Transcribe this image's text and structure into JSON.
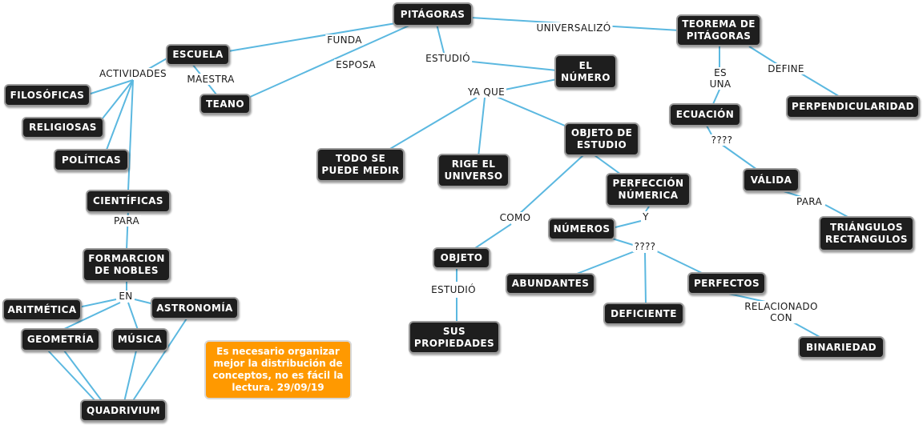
{
  "colors": {
    "link": "#5bb8e0",
    "node_bg": "#1e1e1e",
    "node_border": "#9a9a9a",
    "note_bg": "#ff9900"
  },
  "nodes": {
    "pitagoras": "PITÁGORAS",
    "teorema": "TEOREMA DE\nPITÁGORAS",
    "escuela": "ESCUELA",
    "el_numero": "EL\nNÚMERO",
    "teano": "TEANO",
    "filosoficas": "FILOSÓFICAS",
    "religiosas": "RELIGIOSAS",
    "politicas": "POLÍTICAS",
    "cientificas": "CIENTÍFICAS",
    "formarcion": "FORMARCION\nDE NOBLES",
    "aritmetica": "ARITMÉTICA",
    "astronomia": "ASTRONOMÍA",
    "geometria": "GEOMETRÍA",
    "musica": "MÚSICA",
    "quadrivium": "QUADRIVIUM",
    "todo_se_puede": "TODO SE\nPUEDE MEDIR",
    "rige": "RIGE EL\nUNIVERSO",
    "objeto_estudio": "OBJETO DE\nESTUDIO",
    "perfeccion": "PERFECCIÓN\nNÚMERICA",
    "numeros": "NÚMEROS",
    "objeto": "OBJETO",
    "sus_propiedades": "SUS\nPROPIEDADES",
    "abundantes": "ABUNDANTES",
    "deficiente": "DEFICIENTE",
    "perfectos": "PERFECTOS",
    "binariedad": "BINARIEDAD",
    "ecuacion": "ECUACIÓN",
    "valida": "VÁLIDA",
    "perpendicularidad": "PERPENDICULARIDAD",
    "triangulos": "TRIÁNGULOS\nRECTANGULOS"
  },
  "labels": {
    "funda": "FUNDA",
    "esposa": "ESPOSA",
    "estudio": "ESTUDIÓ",
    "universalizo": "UNIVERSALIZÓ",
    "actividades": "ACTIVIDADES",
    "maestra": "MAESTRA",
    "ya_que": "YA QUE",
    "es_una": "ES\nUNA",
    "define": "DEFINE",
    "q4": "????",
    "para_valida": "PARA",
    "para_cient": "PARA",
    "en": "EN",
    "como": "COMO",
    "y": "Y",
    "q_numeros": "????",
    "estudio_obj": "ESTUDIÓ",
    "relacionado": "RELACIONADO\nCON"
  },
  "note": "Es necesario organizar\nmejor la distribución de\nconceptos, no es fácil la\nlectura. 29/09/19"
}
